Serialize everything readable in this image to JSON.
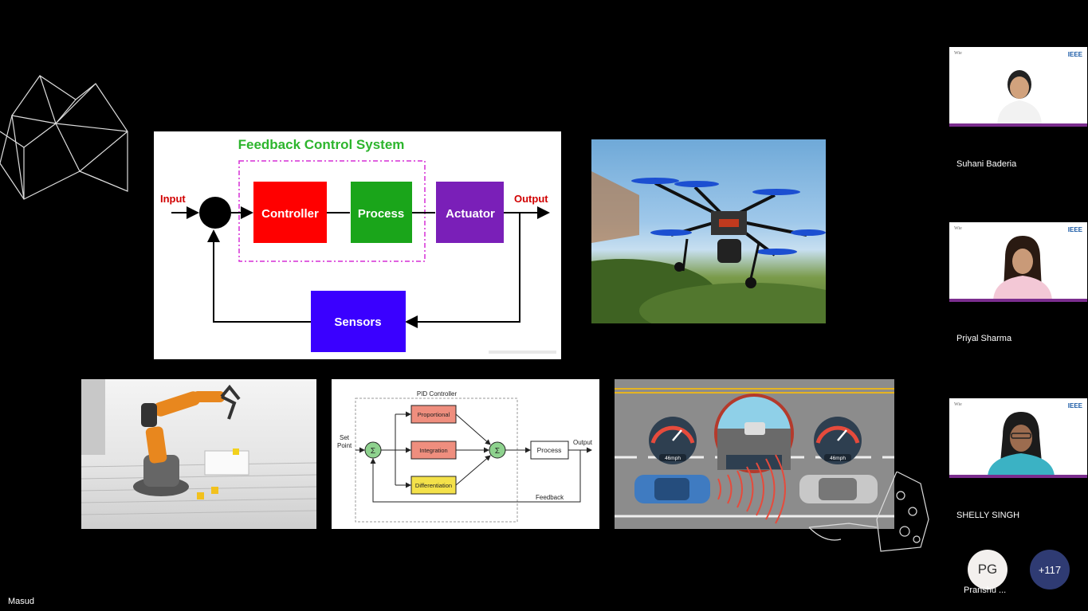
{
  "feedback_diagram": {
    "title": "Feedback Control System",
    "input_label": "Input",
    "output_label": "Output",
    "controller": "Controller",
    "process": "Process",
    "actuator": "Actuator",
    "sensors": "Sensors",
    "colors": {
      "title": "#2db52d",
      "io": "#d10000",
      "controller": "#ff0000",
      "process": "#1aa51a",
      "actuator": "#7a1fb8",
      "sensors": "#3a00ff",
      "dashed": "#d62fd6"
    }
  },
  "pid_diagram": {
    "title": "PID Controller",
    "set_point_line1": "Set",
    "set_point_line2": "Point",
    "proportional": "Proportional",
    "integration": "Integration",
    "differentiation": "Differentiation",
    "sum_symbol": "Σ",
    "process": "Process",
    "output": "Output",
    "feedback": "Feedback"
  },
  "cruise_image": {
    "speed_left": "46mph",
    "speed_right": "46mph"
  },
  "presenter": {
    "name": "Masud"
  },
  "participants": [
    {
      "name": "Suhani Baderia",
      "logo_left": "Wie",
      "logo_right": "IEEE"
    },
    {
      "name": "Priyal Sharma",
      "logo_left": "Wie",
      "logo_right": "IEEE"
    },
    {
      "name": "SHELLY SINGH",
      "logo_left": "Wie",
      "logo_right": "IEEE"
    }
  ],
  "avatar": {
    "initials": "PG",
    "name": "Pranshu ..."
  },
  "more": {
    "label": "+117"
  }
}
